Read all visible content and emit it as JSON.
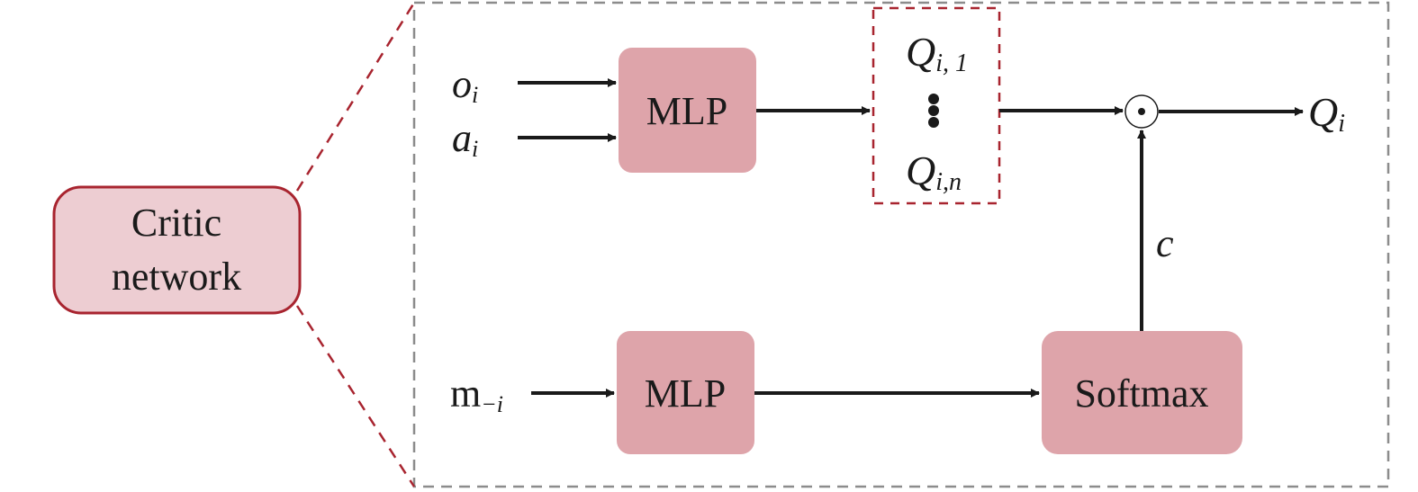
{
  "colors": {
    "critic_fill": "#edcdd2",
    "critic_stroke": "#a8242f",
    "block_fill": "#dea4aa",
    "zoom_lines": "#a8242f",
    "outer_dashed_border": "#8c8c8c",
    "arrow": "#1a1a1a"
  },
  "critic": {
    "line1": "Critic",
    "line2": "network"
  },
  "inputs": {
    "o": {
      "base": "o",
      "sub": "i"
    },
    "a": {
      "base": "a",
      "sub": "i"
    },
    "m": {
      "base": "m",
      "sub": "−i"
    }
  },
  "blocks": {
    "mlp_top": "MLP",
    "mlp_bottom": "MLP",
    "softmax": "Softmax"
  },
  "q_values": {
    "first": {
      "base": "Q",
      "sub": "i, 1"
    },
    "last": {
      "base": "Q",
      "sub": "i,n"
    }
  },
  "operator": {
    "symbol": "⊙",
    "icon": "hadamard-product-icon"
  },
  "weight_label": "c",
  "output": {
    "base": "Q",
    "sub": "i"
  }
}
